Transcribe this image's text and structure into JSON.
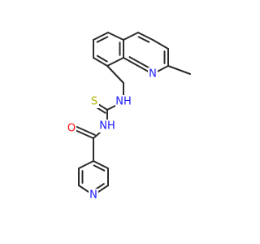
{
  "colors": {
    "bond": "#2b2b2b",
    "N": "#1a1aff",
    "O": "#ff0d0d",
    "S": "#b3b300"
  },
  "atoms": [
    {
      "id": "N_quinoline",
      "label": "N",
      "color": "N"
    },
    {
      "id": "N_thioamide",
      "label": "NH",
      "color": "N"
    },
    {
      "id": "S_thione",
      "label": "S",
      "color": "S"
    },
    {
      "id": "N_amide",
      "label": "NH",
      "color": "N"
    },
    {
      "id": "O_carbonyl",
      "label": "O",
      "color": "O"
    },
    {
      "id": "N_pyridine",
      "label": "N",
      "color": "N"
    }
  ]
}
